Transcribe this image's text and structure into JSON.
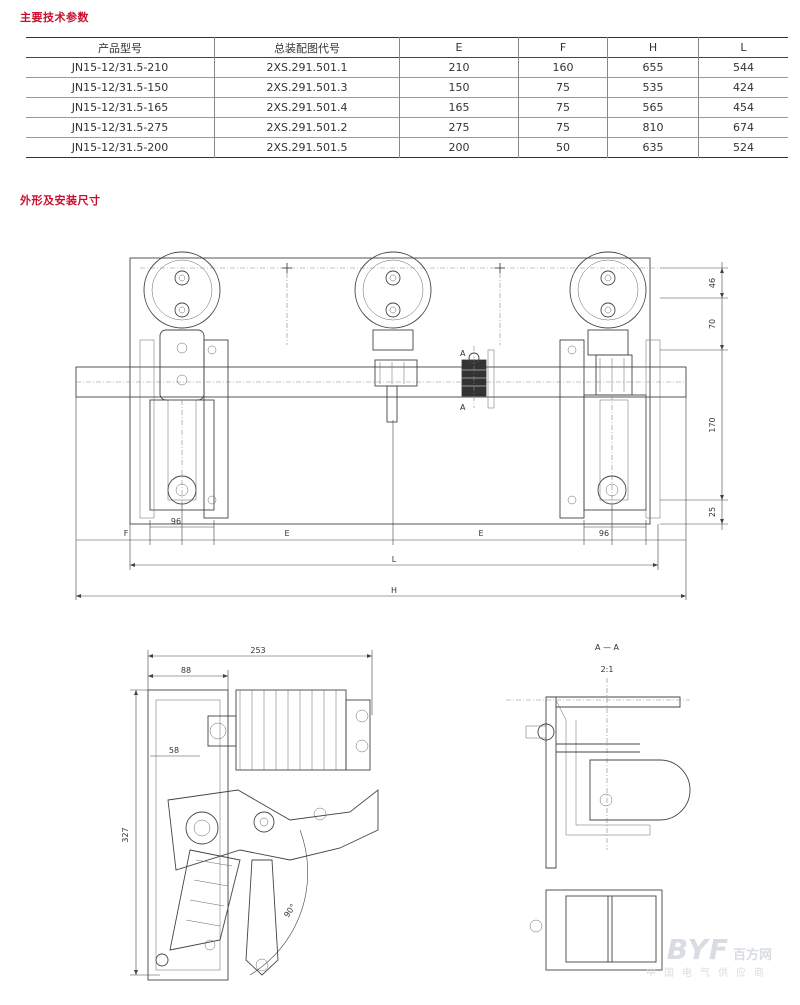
{
  "headings": {
    "specs": "主要技术参数",
    "dimensions": "外形及安装尺寸"
  },
  "table": {
    "headers": [
      "产品型号",
      "总装配图代号",
      "E",
      "F",
      "H",
      "L"
    ],
    "rows": [
      [
        "JN15-12/31.5-210",
        "2XS.291.501.1",
        "210",
        "160",
        "655",
        "544"
      ],
      [
        "JN15-12/31.5-150",
        "2XS.291.501.3",
        "150",
        "75",
        "535",
        "424"
      ],
      [
        "JN15-12/31.5-165",
        "2XS.291.501.4",
        "165",
        "75",
        "565",
        "454"
      ],
      [
        "JN15-12/31.5-275",
        "2XS.291.501.2",
        "275",
        "75",
        "810",
        "674"
      ],
      [
        "JN15-12/31.5-200",
        "2XS.291.501.5",
        "200",
        "50",
        "635",
        "524"
      ]
    ]
  },
  "front_view": {
    "section_mark": "A",
    "dim_46": "46",
    "dim_70": "70",
    "dim_170": "170",
    "dim_25": "25",
    "dim_96_left": "96",
    "dim_96_right": "96",
    "dim_F": "F",
    "dim_E1": "E",
    "dim_E2": "E",
    "dim_L": "L",
    "dim_H": "H"
  },
  "side_view": {
    "dim_253": "253",
    "dim_88": "88",
    "dim_58": "58",
    "dim_327": "327",
    "angle": "90°"
  },
  "section_view": {
    "title": "A — A",
    "scale": "2:1"
  },
  "watermark": {
    "logo": "BYF",
    "logo_cn": "百方网",
    "sub": "中国电气供应商"
  }
}
